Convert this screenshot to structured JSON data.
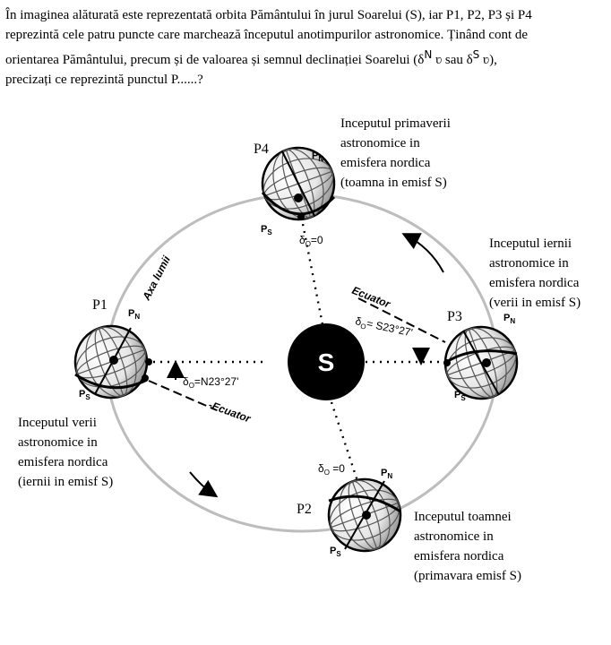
{
  "question": {
    "line1": "În imaginea alăturată este reprezentată orbita Pământului în jurul Soarelui (S), iar P1, P2, P3 și P4",
    "line2": "reprezintă cele patru puncte care marchează începutul anotimpurilor astronomice. Ținând cont de",
    "line3_text": "orientarea Pământului, precum și de valoarea și semnul declinației Soarelui  (δ",
    "sym_n": "N",
    "sym_mid": " ʋ  sau δ",
    "sym_s": "S",
    "sym_end": " ʋ),",
    "line4": "precizați  ce reprezintă punctul P......?"
  },
  "diagram": {
    "sun_label": "S",
    "points": {
      "p1": "P1",
      "p2": "P2",
      "p3": "P3",
      "p4": "P4"
    },
    "pole_n": "P",
    "pole_n_sub": "N",
    "pole_s": "P",
    "pole_s_sub": "S",
    "delta": "δ",
    "delta_sub": "O",
    "decl_p4": "=0",
    "decl_p2": " =0",
    "decl_p1": "=N23°27'",
    "decl_p3": "= S23°27'",
    "ecuator_p1": "-Ecuator",
    "ecuator_p3": "Ecuator",
    "axa_lumii": "Axa lumii",
    "captions": {
      "p4": [
        "Inceputul primaverii",
        "astronomice in",
        "emisfera nordica",
        "(toamna in emisf S)"
      ],
      "p3": [
        "Inceputul iernii",
        "astronomice in",
        "emisfera nordica",
        "(verii in emisf S)"
      ],
      "p1": [
        "Inceputul verii",
        "astronomice in",
        "emisfera nordica",
        "(iernii in emisf S)"
      ],
      "p2": [
        "Inceputul toamnei",
        "astronomice in",
        "emisfera nordica",
        "(primavara emisf S)"
      ]
    }
  }
}
